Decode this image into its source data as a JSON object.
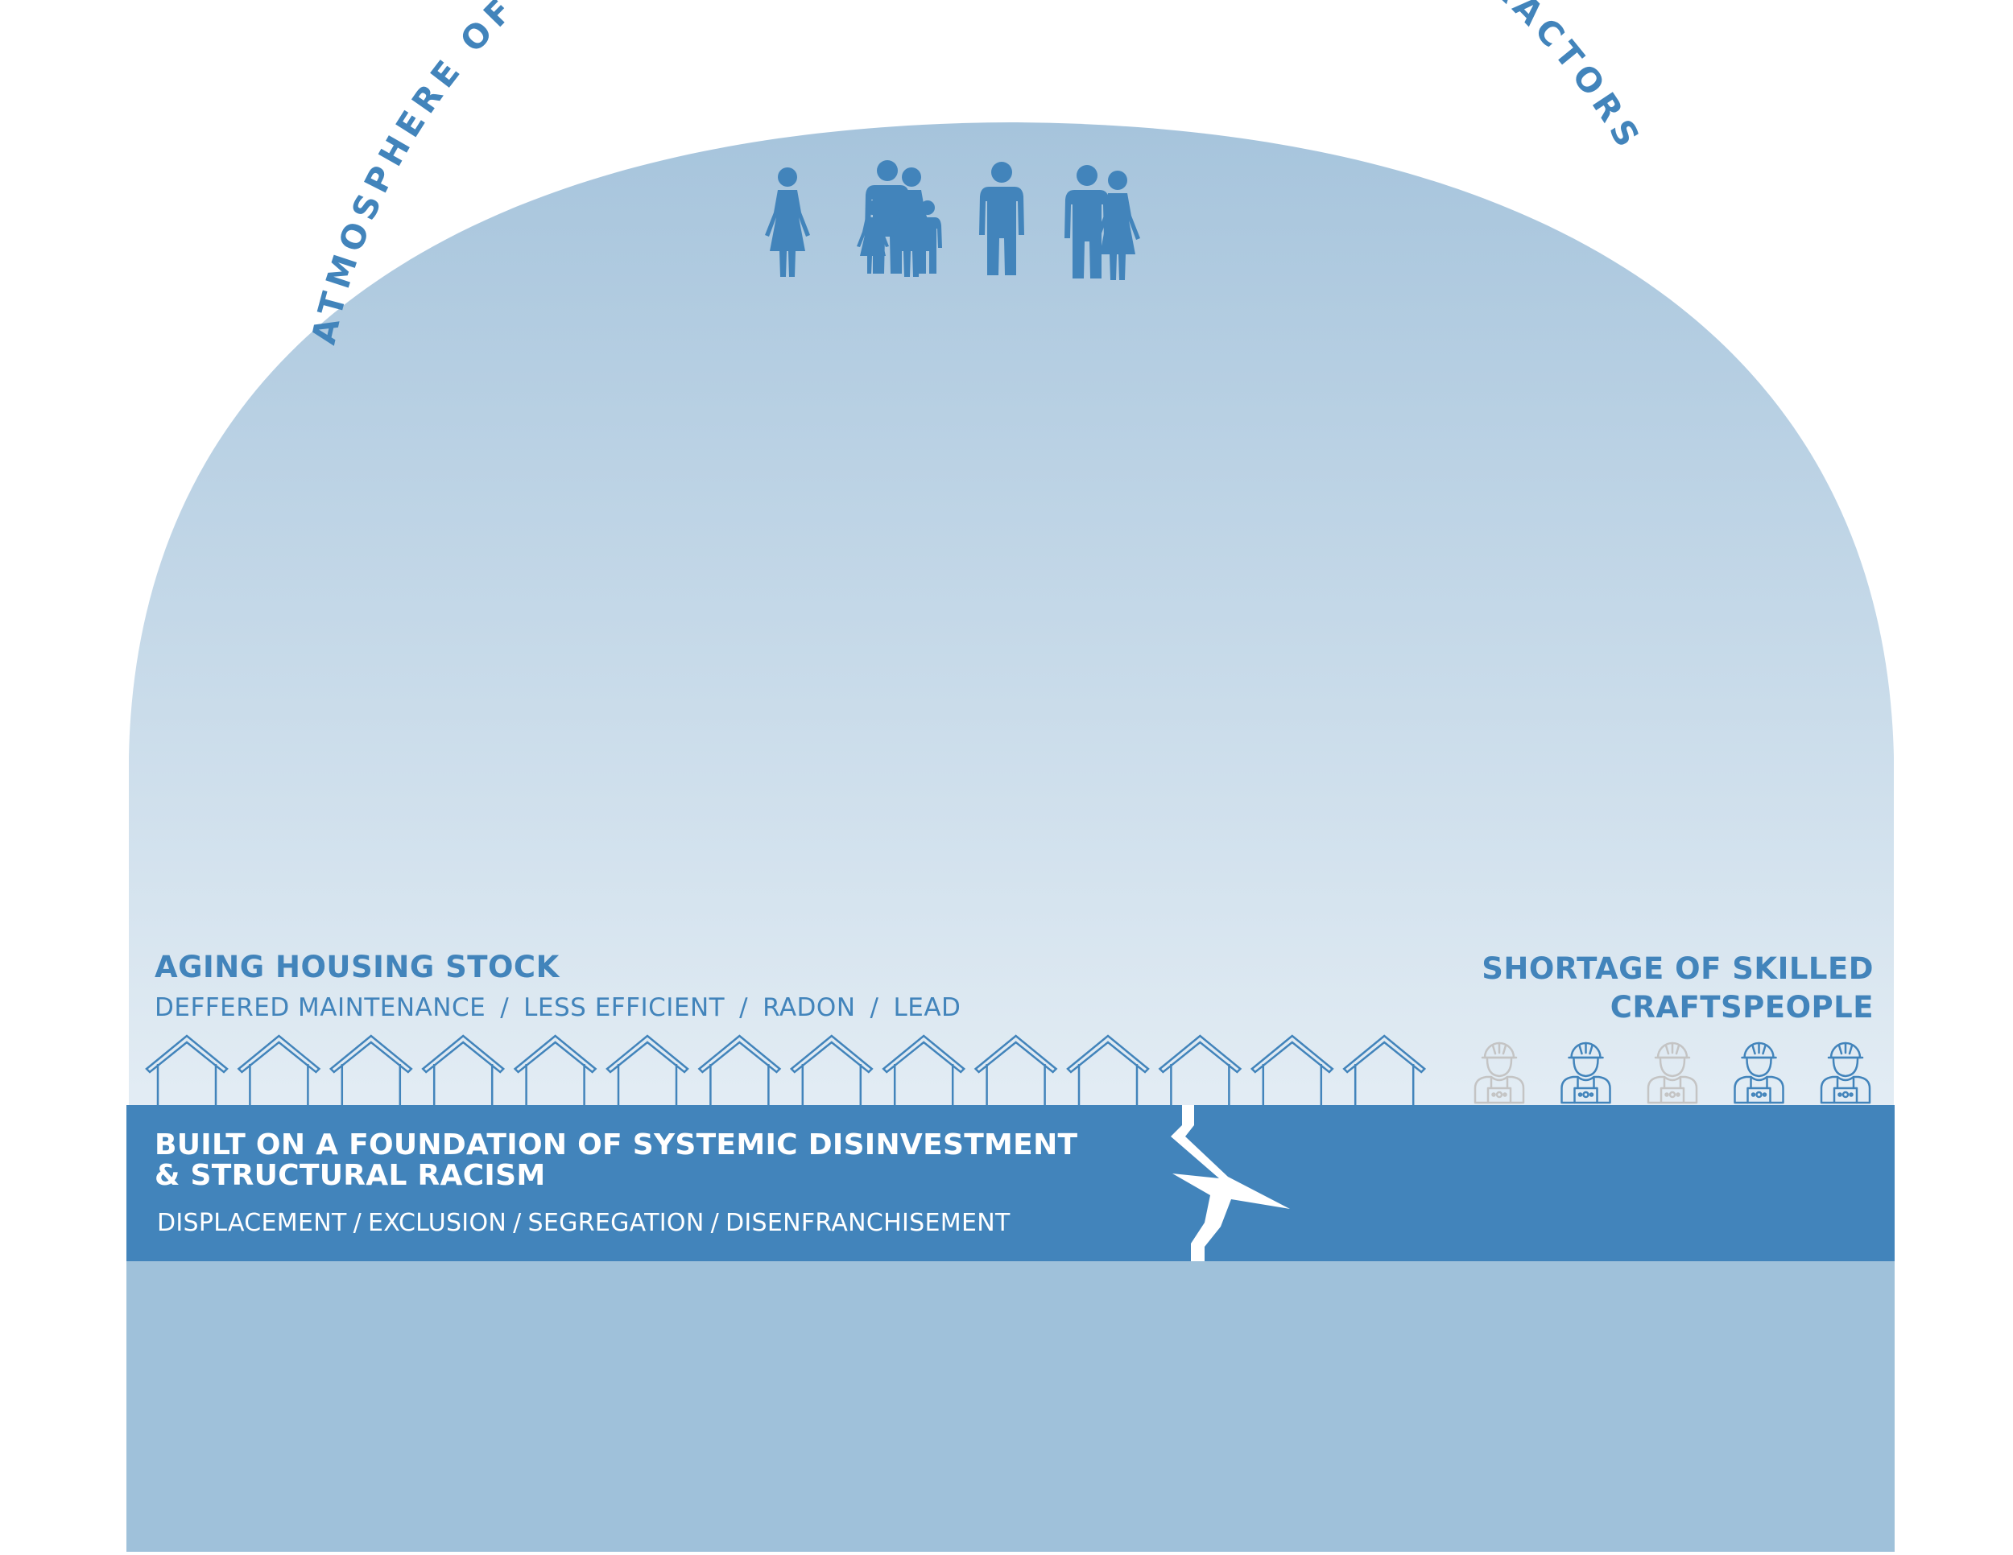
{
  "arc_title": "ATMOSPHERE OF RISING COSTS FOR HOMES, UTILITIES, CONTRACTORS",
  "aging": {
    "title": "AGING HOUSING STOCK",
    "items": [
      "DEFFERED MAINTENANCE",
      "LESS EFFICIENT",
      "RADON",
      "LEAD"
    ],
    "separator": "/"
  },
  "shortage": {
    "line1": "SHORTAGE OF SKILLED",
    "line2": "CRAFTSPEOPLE"
  },
  "foundation": {
    "line1": "BUILT ON A FOUNDATION OF SYSTEMIC DISINVESTMENT",
    "line2": "& STRUCTURAL RACISM",
    "items": [
      "DISPLACEMENT",
      "EXCLUSION",
      "SEGREGATION",
      "DISENFRANCHISEMENT"
    ],
    "separator": "/"
  },
  "icons": {
    "people": [
      "woman-icon",
      "family-icon",
      "man-icon",
      "couple-icon"
    ],
    "house": "house-outline-icon",
    "house_count": 14,
    "worker": "construction-worker-icon",
    "workers_active": [
      false,
      true,
      false,
      true,
      true
    ],
    "crack": "crack-icon"
  },
  "colors": {
    "primary": "#4284bb",
    "dome_top": "#a6c4dc",
    "dome_bottom": "#ffffff",
    "ground": "#9fc1da",
    "inactive_worker": "#c4c4c4"
  }
}
